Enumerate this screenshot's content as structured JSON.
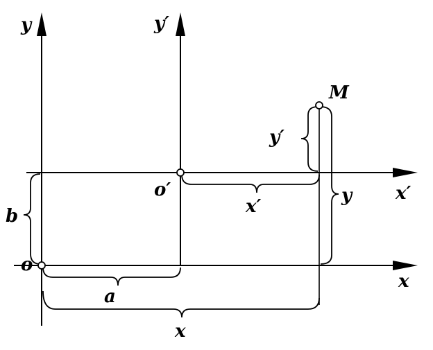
{
  "labels": {
    "y_axis": "y",
    "y_prime_axis": "y′",
    "x_axis": "x",
    "x_prime_axis": "x′",
    "origin": "o",
    "origin_prime": "o′",
    "point_m": "M",
    "offset_a": "a",
    "offset_b": "b",
    "coord_x": "x",
    "coord_y": "y",
    "coord_x_prime": "x′",
    "coord_y_prime": "y′"
  }
}
